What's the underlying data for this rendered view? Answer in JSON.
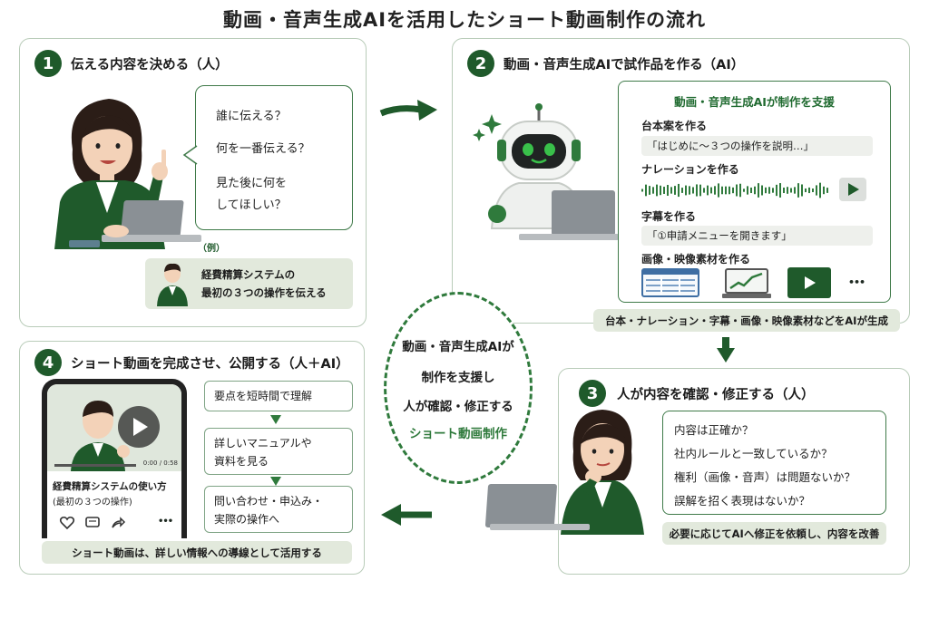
{
  "title": "動画・音声生成AIを活用したショート動画制作の流れ",
  "colors": {
    "primary": "#1f5a2b",
    "accent": "#2f7a3c",
    "panel_border": "#b9ccb9",
    "note_bg": "#e2e9dc"
  },
  "step1": {
    "num": "1",
    "title": "伝える内容を決める（人）",
    "questions": [
      "誰に伝える？",
      "何を一番伝える？",
      "見た後に何を",
      "してほしい？"
    ],
    "example_label": "（例）",
    "example_lines": [
      "経費精算システムの",
      "最初の３つの操作を伝える"
    ]
  },
  "step2": {
    "num": "2",
    "title": "動画・音声生成AIで試作品を作る（AI）",
    "support_title": "動画・音声生成AIが制作を支援",
    "script_label": "台本案を作る",
    "script_value": "「はじめに〜３つの操作を説明…」",
    "narration_label": "ナレーションを作る",
    "subtitle_label": "字幕を作る",
    "subtitle_value": "「①申請メニューを開きます」",
    "media_label": "画像・映像素材を作る",
    "more": "•••",
    "note": "台本・ナレーション・字幕・画像・映像素材などをAIが生成"
  },
  "step3": {
    "num": "3",
    "title": "人が内容を確認・修正する（人）",
    "checks": [
      "内容は正確か？",
      "社内ルールと一致しているか？",
      "権利（画像・音声）は問題ないか？",
      "誤解を招く表現はないか？"
    ],
    "note": "必要に応じてAIへ修正を依頼し、内容を改善"
  },
  "step4": {
    "num": "4",
    "title": "ショート動画を完成させ、公開する（人＋AI）",
    "video_time": "0:00 / 0:58",
    "video_title_1": "経費精算システムの使い方",
    "video_title_2": "(最初の３つの操作)",
    "steps": [
      [
        "要点を短時間で理解"
      ],
      [
        "詳しいマニュアルや",
        "資料を見る"
      ],
      [
        "問い合わせ・申込み・",
        "実際の操作へ"
      ]
    ],
    "note": "ショート動画は、詳しい情報への導線として活用する"
  },
  "center": {
    "lines": [
      "動画・音声生成AIが",
      "制作を支援し",
      "人が確認・修正する"
    ],
    "highlight": "ショート動画制作"
  }
}
